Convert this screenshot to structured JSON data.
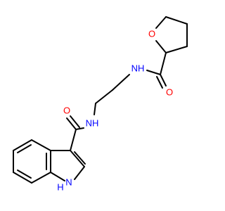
{
  "molecule": {
    "atoms": {
      "o_ring": {
        "text": "O",
        "color": "#FF0000"
      },
      "o_amide_right": {
        "text": "O",
        "color": "#FF0000"
      },
      "nh_right": {
        "text": "NH",
        "color": "#0000FF"
      },
      "o_amide_left": {
        "text": "O",
        "color": "#FF0000"
      },
      "nh_left": {
        "text": "NH",
        "color": "#0000FF"
      },
      "indole_h": {
        "text": "H",
        "color": "#0000FF"
      },
      "indole_n": {
        "text": "N",
        "color": "#0000FF"
      }
    },
    "bond_color": "#000000",
    "background": "#FFFFFF"
  }
}
